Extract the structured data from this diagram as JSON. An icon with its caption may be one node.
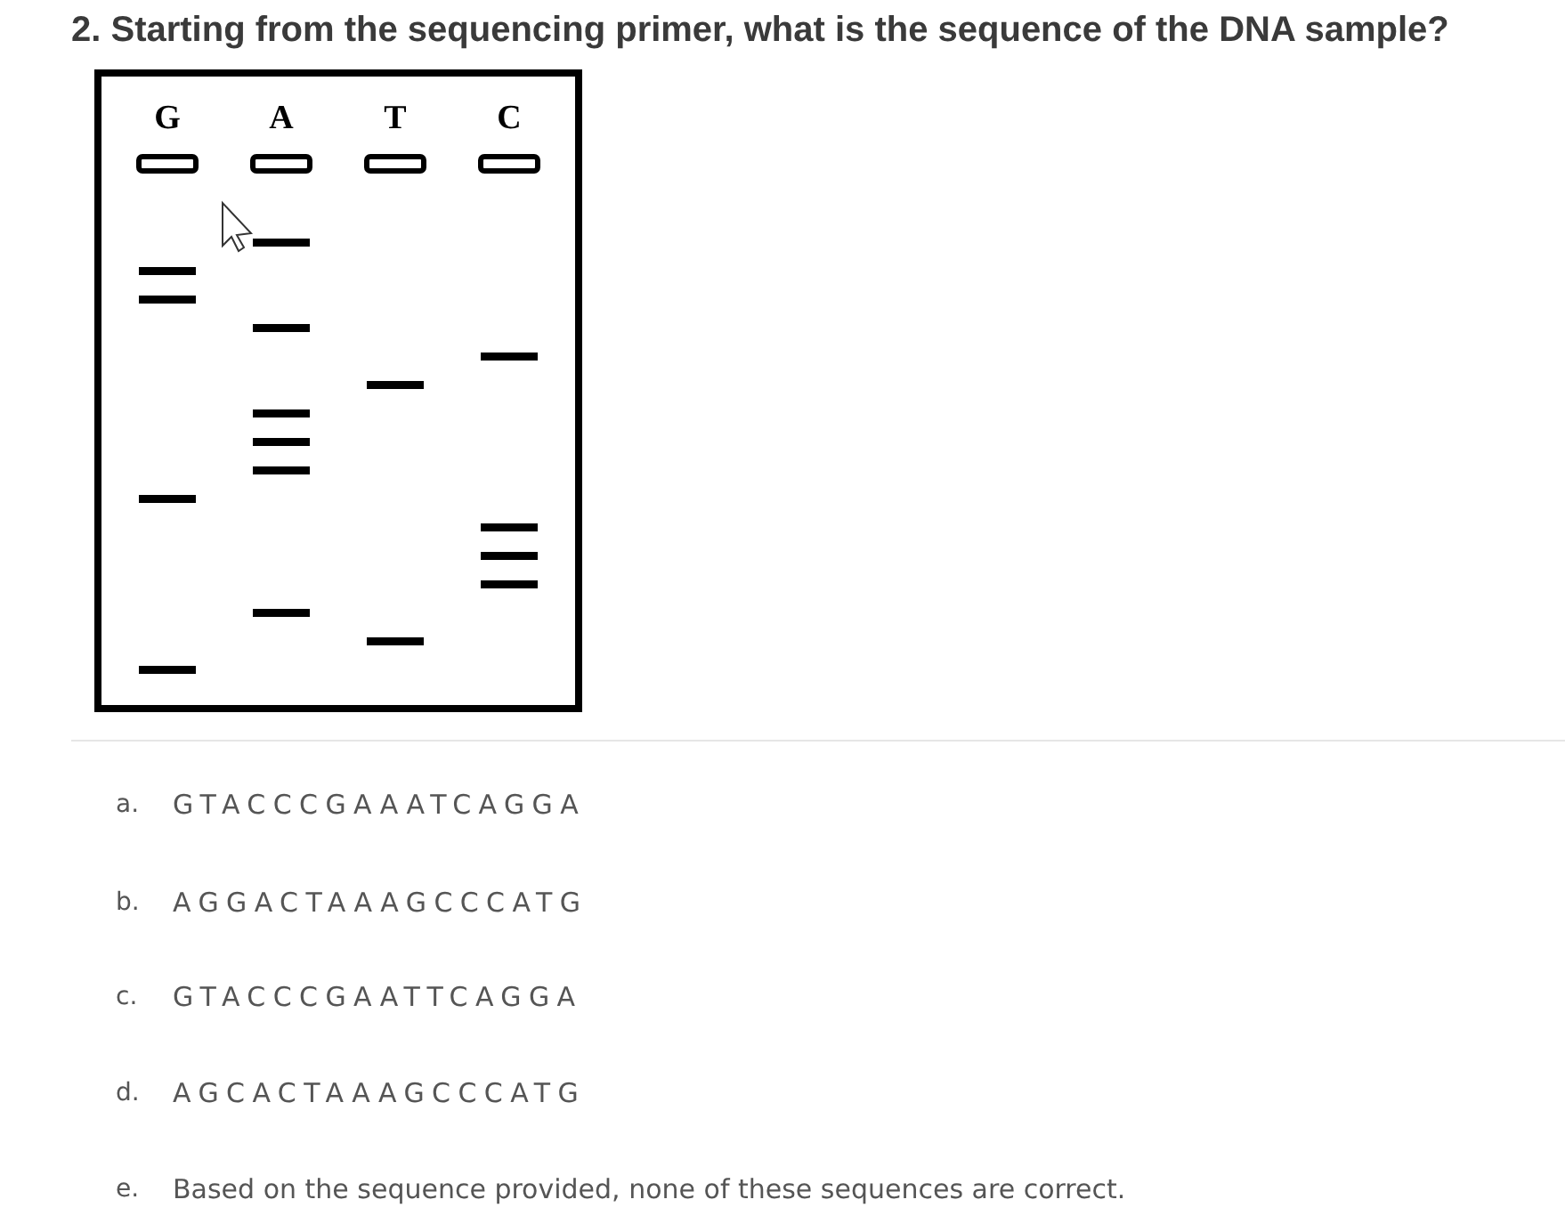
{
  "diagram": {
    "title": "2. Starting from the sequencing primer, what is the sequence of the DNA sample?",
    "labels": [
      "G",
      "A",
      "T",
      "C",
      "a.",
      "GTACCCGAAATCAGGA",
      "b.",
      "AGGACTAAAGCCCATG",
      "c.",
      "GTACCCGAATTCAGGA",
      "d.",
      "AGCACTAAAGCCCATG",
      "e.",
      "Based on the sequence provided, none of these sequences are correct."
    ]
  }
}
